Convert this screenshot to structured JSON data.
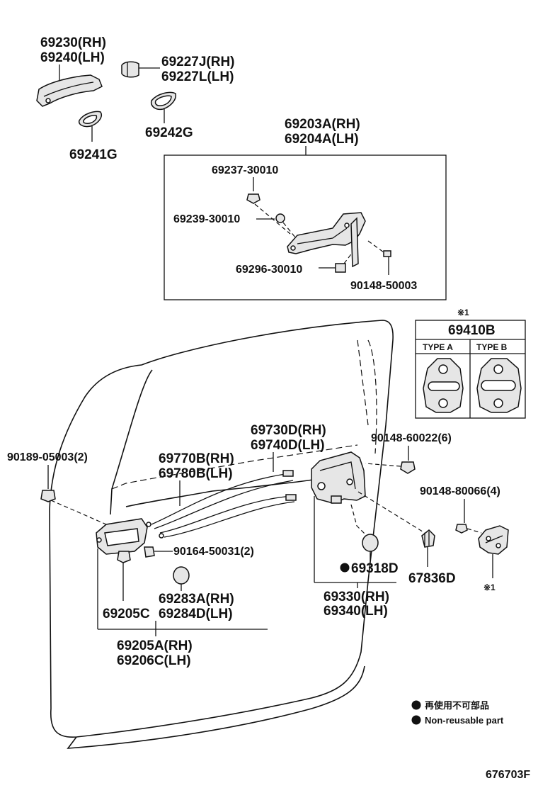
{
  "parts": {
    "handle_rh": "69230(RH)",
    "handle_lh": "69240(LH)",
    "cap_rh": "69227J(RH)",
    "cap_lh": "69227L(LH)",
    "pad_242": "69242G",
    "pad_241": "69241G",
    "frame_rh": "69203A(RH)",
    "frame_lh": "69204A(LH)",
    "p_237": "69237-30010",
    "p_239": "69239-30010",
    "p_296": "69296-30010",
    "p_90148_50003": "90148-50003",
    "cable_730": "69730D(RH)",
    "cable_740": "69740D(LH)",
    "cable_770": "69770B(RH)",
    "cable_780": "69780B(LH)",
    "p_90189": "90189-05003(2)",
    "p_90148_60022": "90148-60022(6)",
    "p_90148_80066": "90148-80066(4)",
    "p_90164": "90164-50031(2)",
    "p_69318": "69318D",
    "p_67836": "67836D",
    "p_69283": "69283A(RH)",
    "p_69284": "69284D(LH)",
    "p_69205c": "69205C",
    "lock_rh": "69330(RH)",
    "lock_lh": "69340(LH)",
    "inner_rh": "69205A(RH)",
    "inner_lh": "69206C(LH)"
  },
  "note_marker": "※1",
  "note_marker_2": "※1",
  "striker_box": {
    "title": "69410B",
    "type_a": "TYPE A",
    "type_b": "TYPE B"
  },
  "legend": {
    "line_jp": "再使用不可部品",
    "line_en": "Non-reusable part"
  },
  "figure_code": "676703F"
}
